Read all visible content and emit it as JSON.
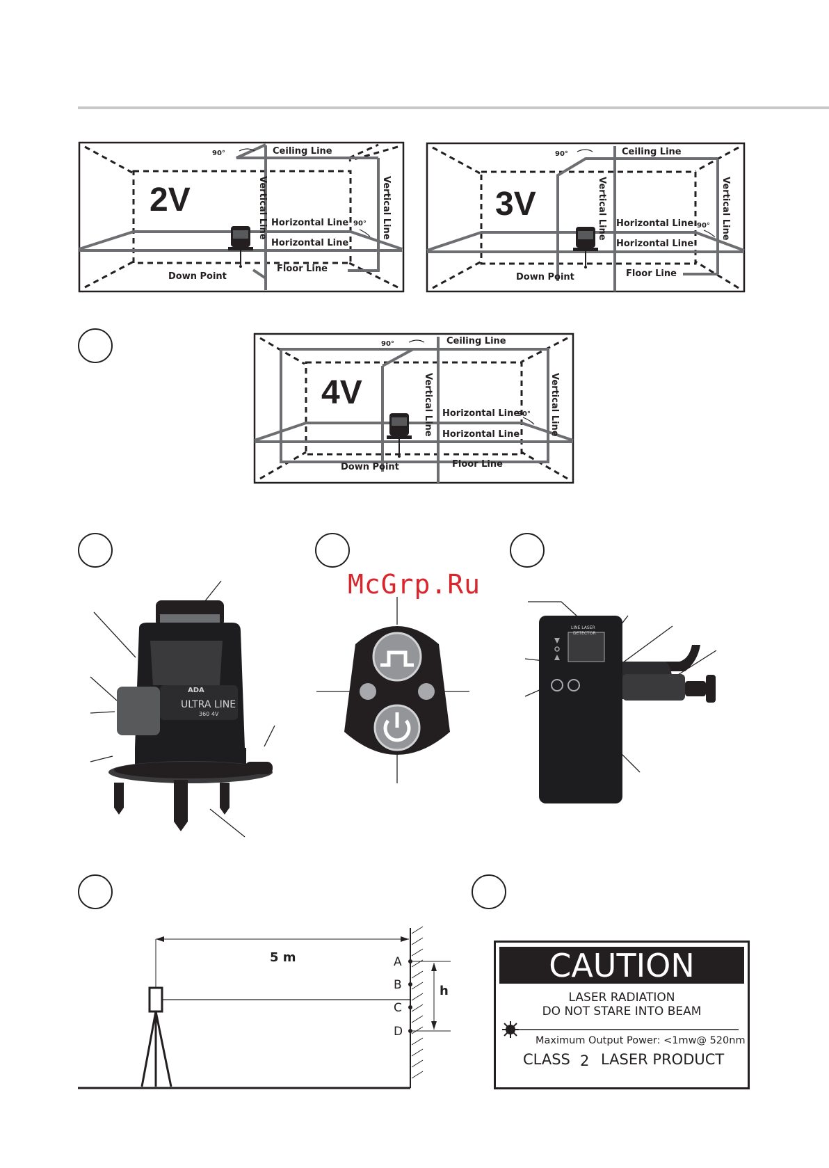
{
  "rooms": {
    "r2v": {
      "mode": "2V",
      "ceiling": "Ceiling Line",
      "vertical_left": "Vertical Line",
      "vertical_right": "Vertical Line",
      "horizontal_top": "Horizontal Line",
      "horizontal_bottom": "Horizontal Line",
      "floor": "Floor Line",
      "down": "Down Point",
      "deg_top": "90°",
      "deg_right": "90°"
    },
    "r3v": {
      "mode": "3V",
      "ceiling": "Ceiling Line",
      "vertical_left": "Vertical Line",
      "vertical_right": "Vertical Line",
      "horizontal_top": "Horizontal Line",
      "horizontal_bottom": "Horizontal Line",
      "floor": "Floor Line",
      "down": "Down Point",
      "deg_top": "90°",
      "deg_right": "90°"
    },
    "r4v": {
      "mode": "4V",
      "ceiling": "Ceiling Line",
      "vertical_left": "Vertical Line",
      "vertical_right": "Vertical Line",
      "horizontal_top": "Horizontal Line",
      "horizontal_bottom": "Horizontal Line",
      "floor": "Floor Line",
      "down": "Down Point",
      "deg_top": "90°",
      "deg_right": "90°"
    }
  },
  "device": {
    "brand": "ADA",
    "model": "ULTRA LINE",
    "submodel": "360 4V"
  },
  "watermark": "McGrp.Ru",
  "detector": {
    "label_line1": "LINE LASER",
    "label_line2": "DETECTOR"
  },
  "measurement": {
    "distance": "5 m",
    "points": [
      "A",
      "B",
      "C",
      "D"
    ],
    "height": "h"
  },
  "caution": {
    "title": "CAUTION",
    "line1": "LASER RADIATION",
    "line2": "DO NOT STARE INTO BEAM",
    "power": "Maximum Output Power: <1mw@ 520nm",
    "class_pre": "CLASS",
    "class_num": "2",
    "class_post": "LASER PRODUCT"
  },
  "colors": {
    "line": "#6d6e71",
    "dark": "#231f20",
    "gray_rule": "#c7c8ca",
    "watermark": "#d9262c"
  }
}
